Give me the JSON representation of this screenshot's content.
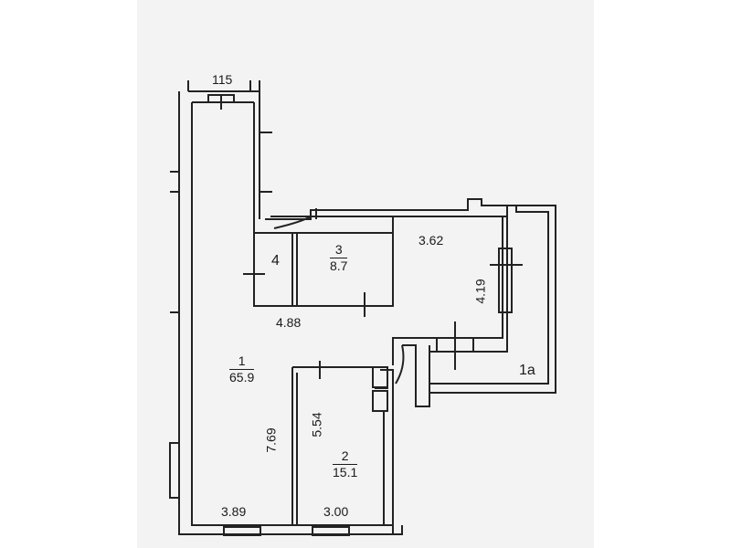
{
  "plan": {
    "top_dimension": "115",
    "rooms": [
      {
        "number": "1",
        "area": "65.9"
      },
      {
        "number": "2",
        "area": "15.1"
      },
      {
        "number": "3",
        "area": "8.7"
      },
      {
        "number": "4"
      },
      {
        "number": "1a"
      }
    ],
    "dimensions": {
      "room3_right_width": "3.62",
      "right_height": "4.19",
      "hall_width": "4.88",
      "room1_height": "7.69",
      "room2_height": "5.54",
      "room1_bottom_width": "3.89",
      "room2_bottom_width": "3.00"
    }
  }
}
